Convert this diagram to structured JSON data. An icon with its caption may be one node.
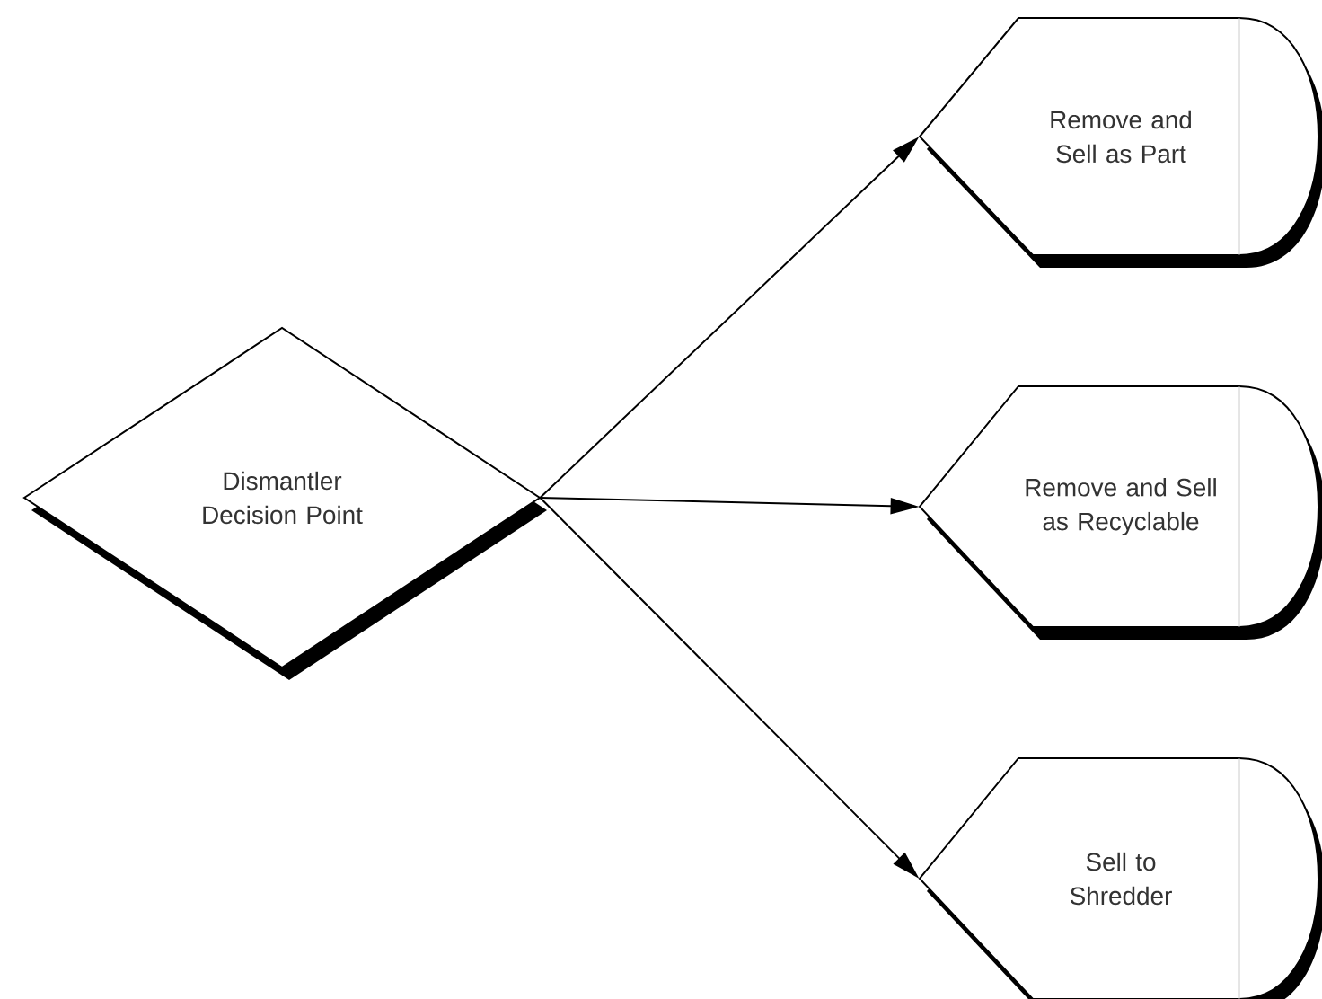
{
  "diagram": {
    "nodes": [
      {
        "text": [
          "Dismantler Decision Point"
        ]
      },
      {
        "text": [
          "Remove and Sell as Part"
        ]
      },
      {
        "text": [
          "Remove and Sell as Recyclable"
        ]
      },
      {
        "text": [
          "Sell to Shredder"
        ]
      }
    ],
    "edges": [
      {
        "from": 0,
        "to": 1,
        "arrow": "to"
      },
      {
        "from": 0,
        "to": 2,
        "arrow": "to"
      },
      {
        "from": 0,
        "to": 3,
        "arrow": "to"
      }
    ]
  }
}
